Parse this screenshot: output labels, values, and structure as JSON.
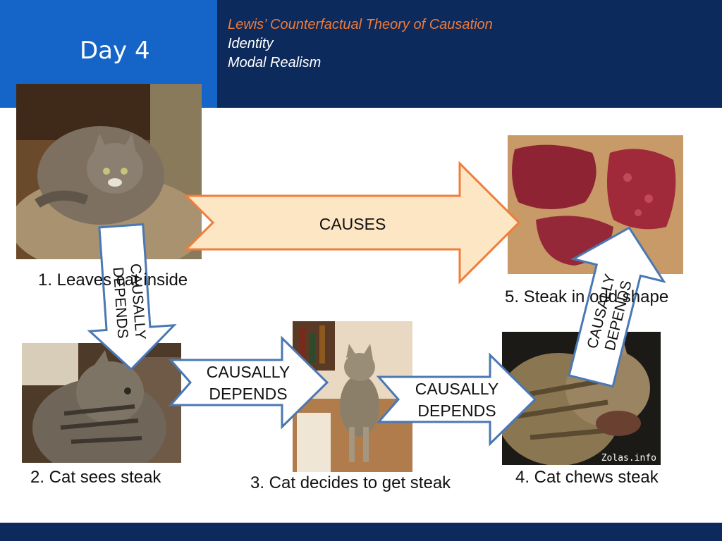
{
  "slide": {
    "title": "Day 4",
    "topics": [
      "Lewis’ Counterfactual Theory of Causation",
      "Identity",
      "Modal Realism"
    ]
  },
  "captions": {
    "leaves_inside": "1. Leaves cat inside",
    "cat_sees_steak": "2. Cat sees steak",
    "cat_decides": "3. Cat decides to get steak",
    "cat_chews": "4. Cat chews steak",
    "steak_shape": "5. Steak in odd shape"
  },
  "arrows": {
    "causes": "CAUSES",
    "depends_1_2": [
      "CAUSALLY",
      "DEPENDS"
    ],
    "depends_2_3": [
      "CAUSALLY",
      "DEPENDS"
    ],
    "depends_3_4": [
      "CAUSALLY",
      "DEPENDS"
    ],
    "depends_4_5": [
      "CAUSALLY",
      "DEPENDS"
    ]
  },
  "watermark": "Zolas.info",
  "colors": {
    "header_left": "#1565c8",
    "header_right": "#0c2a5c",
    "topic_highlight": "#ef7b39",
    "causes_arrow_fill": "#fde6c4",
    "causes_arrow_stroke": "#f07d3a",
    "depends_arrow_stroke": "#4a78b3"
  }
}
